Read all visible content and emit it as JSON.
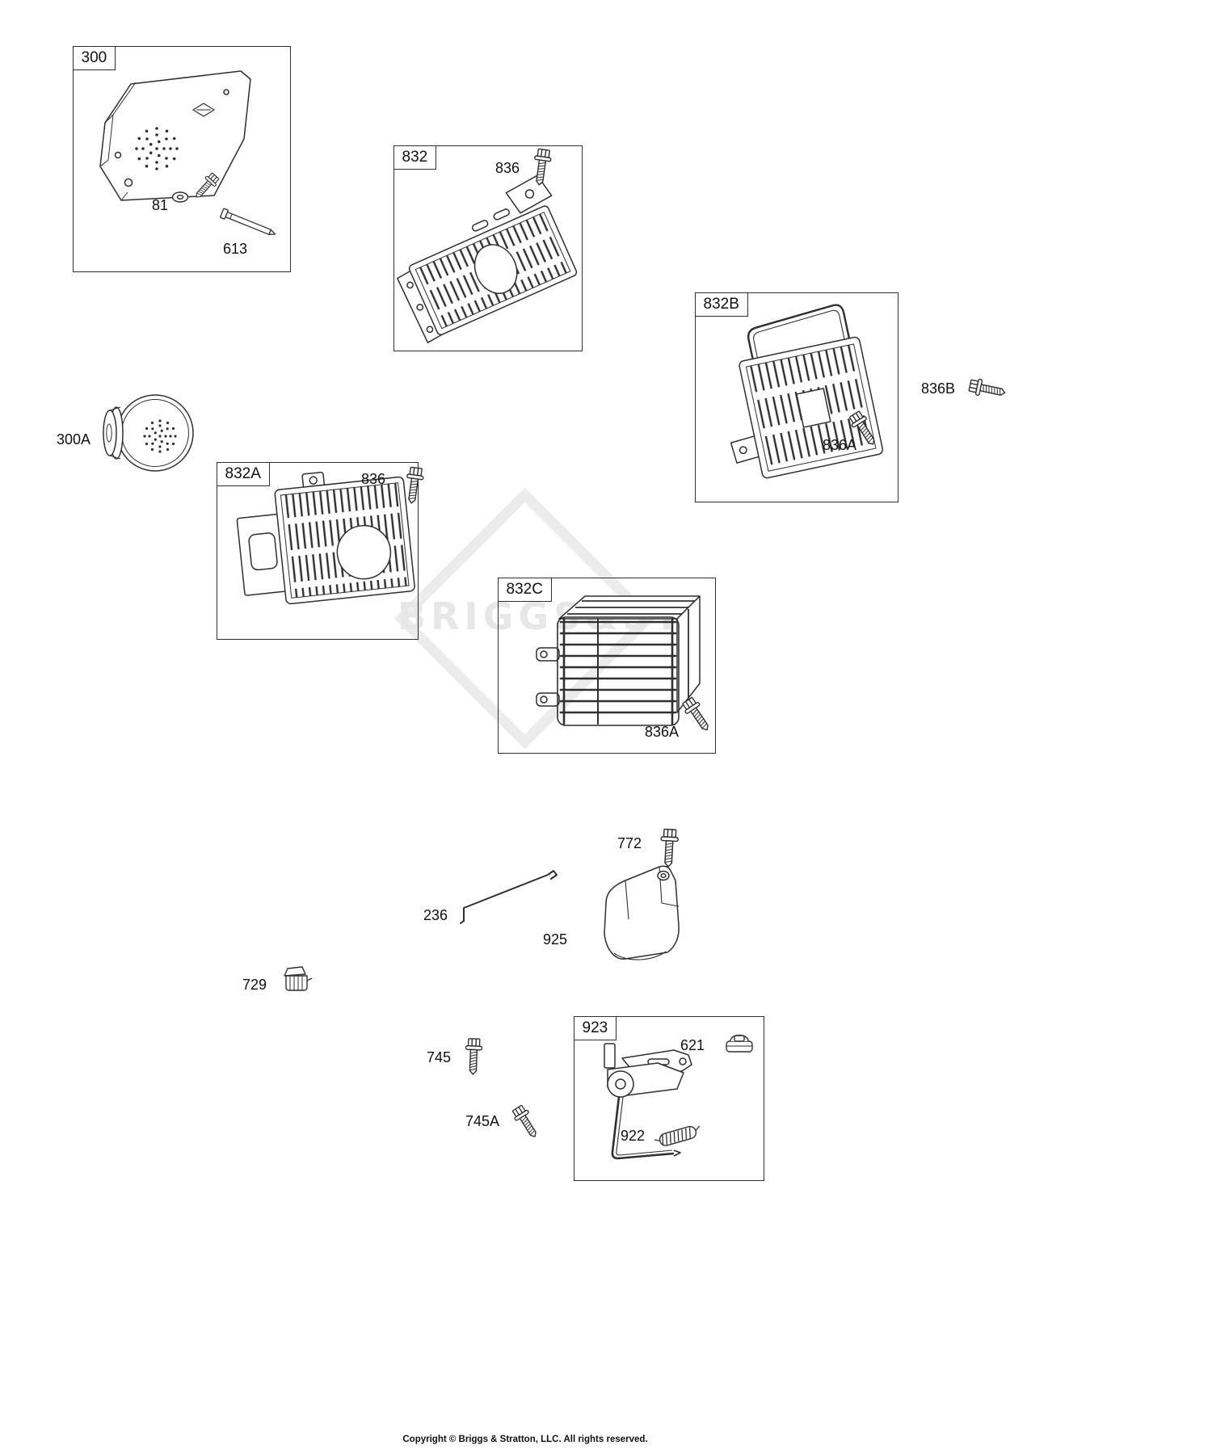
{
  "watermark": {
    "text": "BRIGGS&ST"
  },
  "footer": {
    "copyright": "Copyright © Briggs & Stratton, LLC. All rights reserved."
  },
  "groups": {
    "g300": {
      "label": "300"
    },
    "g832": {
      "label": "832"
    },
    "g832b": {
      "label": "832B"
    },
    "g832a": {
      "label": "832A"
    },
    "g832c": {
      "label": "832C"
    },
    "g923": {
      "label": "923"
    }
  },
  "parts": {
    "p81": {
      "label": "81"
    },
    "p613": {
      "label": "613"
    },
    "p836_832": {
      "label": "836"
    },
    "p836a_832b": {
      "label": "836A"
    },
    "p836b": {
      "label": "836B"
    },
    "p300a": {
      "label": "300A"
    },
    "p836_832a": {
      "label": "836"
    },
    "p836a_832c": {
      "label": "836A"
    },
    "p772": {
      "label": "772"
    },
    "p236": {
      "label": "236"
    },
    "p925": {
      "label": "925"
    },
    "p729": {
      "label": "729"
    },
    "p745": {
      "label": "745"
    },
    "p745a": {
      "label": "745A"
    },
    "p621": {
      "label": "621"
    },
    "p922": {
      "label": "922"
    }
  }
}
